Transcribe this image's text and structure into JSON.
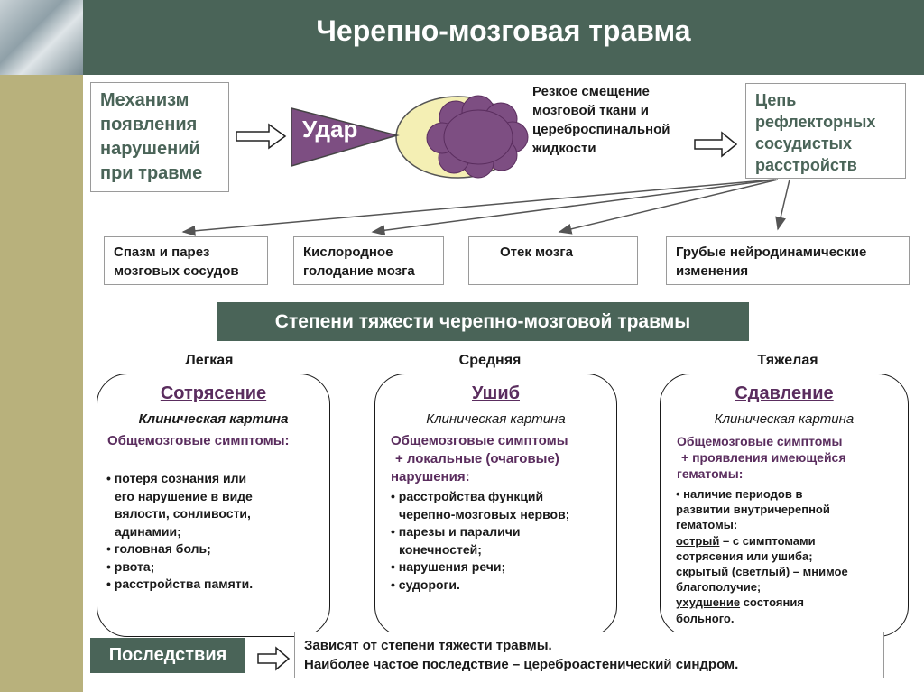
{
  "title": "Черепно-мозговая травма",
  "mechanism": [
    "Механизм",
    "появления",
    "нарушений",
    "при травме"
  ],
  "blow": "Удар",
  "shift": [
    "Резкое смещение",
    "мозговой ткани и",
    "цереброспинальной",
    "жидкости"
  ],
  "chain": [
    "Цепь",
    "рефлекторных",
    "сосудистых",
    "расстройств"
  ],
  "effects": [
    {
      "lines": [
        "Спазм и парез",
        "мозговых сосудов"
      ]
    },
    {
      "lines": [
        "Кислородное",
        "голодание мозга"
      ]
    },
    {
      "lines": [
        "Отек мозга"
      ]
    },
    {
      "lines": [
        "Грубые нейродинамические",
        "изменения"
      ]
    }
  ],
  "severity_title": "Степени тяжести черепно-мозговой травмы",
  "degrees": [
    {
      "label": "Легкая",
      "name": "Сотрясение",
      "sub": "Клиническая картина",
      "symptoms": [
        "Общемозговые симптомы:"
      ],
      "items": [
        "• потеря сознания или",
        "его нарушение в виде",
        "вялости, сонливости,",
        "адинамии;",
        "• головная боль;",
        "• рвота;",
        "• расстройства памяти."
      ]
    },
    {
      "label": "Средняя",
      "name": "Ушиб",
      "sub": "Клиническая картина",
      "symptoms": [
        "Общемозговые симптомы",
        "+ локальные (очаговые)",
        "нарушения:"
      ],
      "items": [
        "• расстройства функций",
        "черепно-мозговых нервов;",
        "• парезы и параличи",
        "конечностей;",
        "• нарушения речи;",
        "• судороги."
      ]
    },
    {
      "label": "Тяжелая",
      "name": "Сдавление",
      "sub": "Клиническая картина",
      "symptoms": [
        "Общемозговые симптомы",
        "+ проявления имеющейся",
        "гематомы:"
      ],
      "items": [
        "• наличие периодов в",
        "развитии внутричерепной",
        "гематомы:"
      ],
      "periods": [
        {
          "term": "острый",
          "rest": " – с симптомами",
          "cont": "сотрясения или ушиба;"
        },
        {
          "term": "скрытый",
          "rest": " (светлый) – мнимое",
          "cont": "благополучие;"
        },
        {
          "term": "ухудшение",
          "rest": " состояния",
          "cont": "больного."
        }
      ]
    }
  ],
  "consequences_label": "Последствия",
  "consequences": [
    "Зависят от степени тяжести травмы.",
    "Наиболее частое последствие – цереброастенический синдром."
  ],
  "colors": {
    "header": "#4a6458",
    "strip": "#b8b17c",
    "accent": "#5a2d5e",
    "purple": "#7d4e82",
    "ellipse": "#f4efb4"
  }
}
